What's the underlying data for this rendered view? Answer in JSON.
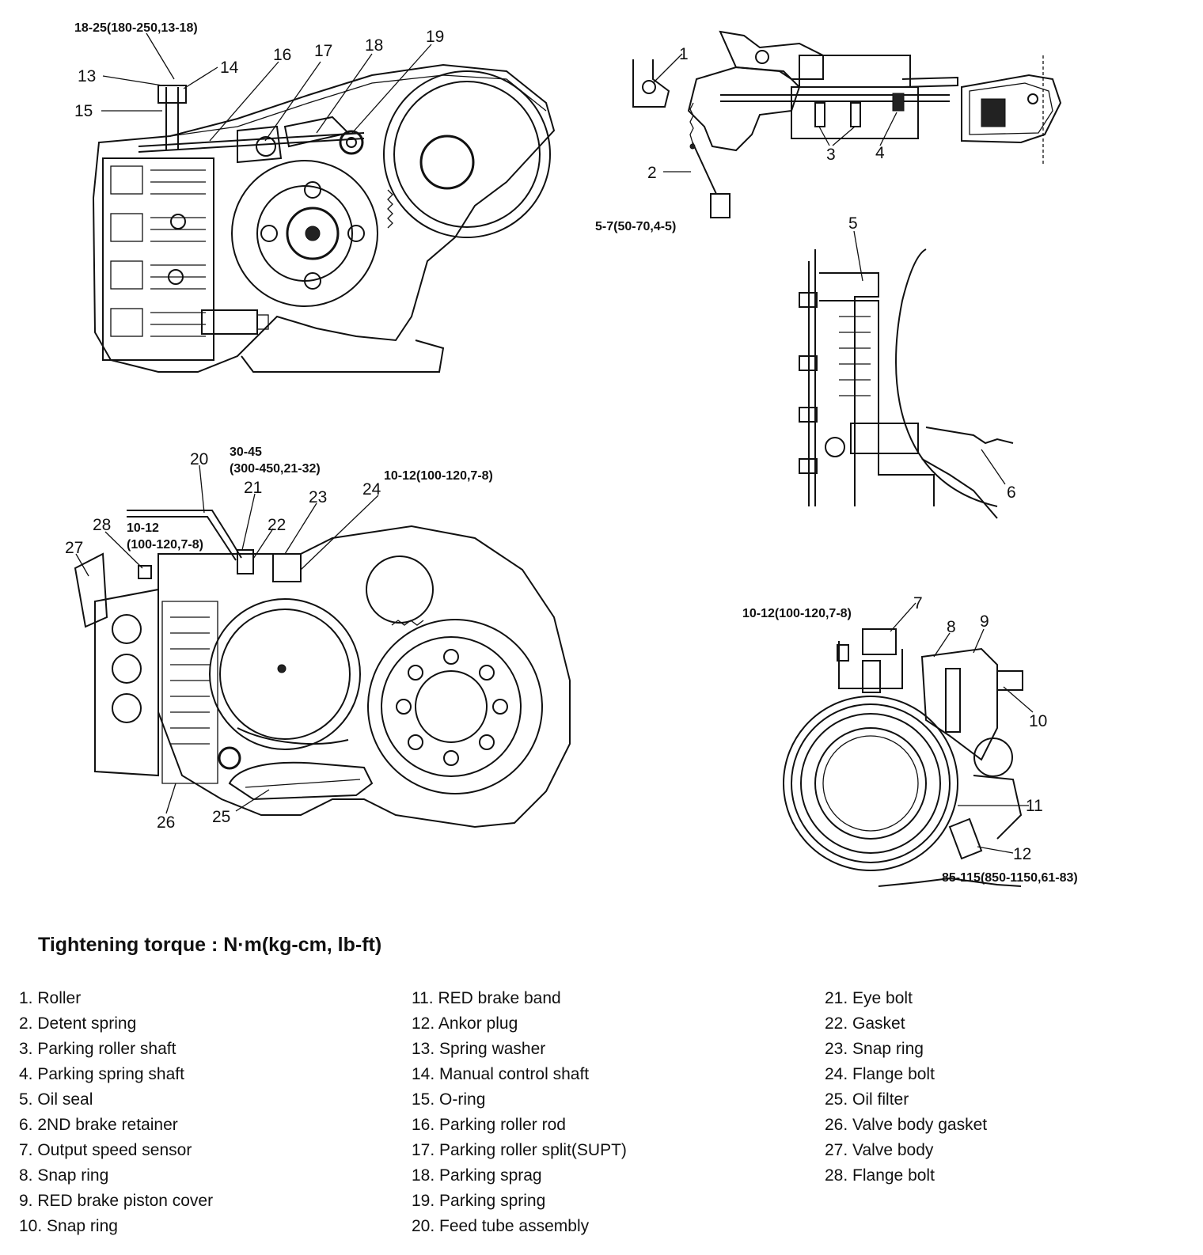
{
  "callouts": {
    "c1": "1",
    "c2": "2",
    "c3": "3",
    "c4": "4",
    "c5": "5",
    "c6": "6",
    "c7": "7",
    "c8": "8",
    "c9": "9",
    "c10": "10",
    "c11": "11",
    "c12": "12",
    "c13": "13",
    "c14": "14",
    "c15": "15",
    "c16": "16",
    "c17": "17",
    "c18": "18",
    "c19": "19",
    "c20": "20",
    "c21": "21",
    "c22": "22",
    "c23": "23",
    "c24": "24",
    "c25": "25",
    "c26": "26",
    "c27": "27",
    "c28": "28"
  },
  "torque_labels": {
    "t_13_14": "18-25(180-250,13-18)",
    "t_2": "5-7(50-70,4-5)",
    "t_21_a": "30-45",
    "t_21_b": "(300-450,21-32)",
    "t_24": "10-12(100-120,7-8)",
    "t_28_a": "10-12",
    "t_28_b": "(100-120,7-8)",
    "t_7": "10-12(100-120,7-8)",
    "t_12": "85-115(850-1150,61-83)"
  },
  "heading": "Tightening torque : N·m(kg-cm, lb-ft)",
  "legend": {
    "col1": [
      "1. Roller",
      "2. Detent spring",
      "3. Parking roller shaft",
      "4. Parking spring shaft",
      "5. Oil seal",
      "6. 2ND brake retainer",
      "7. Output speed sensor",
      "8. Snap ring",
      "9. RED brake piston cover",
      "10. Snap ring"
    ],
    "col2": [
      "11. RED brake band",
      "12. Ankor plug",
      "13. Spring washer",
      "14. Manual control shaft",
      "15. O-ring",
      "16. Parking roller rod",
      "17. Parking roller split(SUPT)",
      "18. Parking sprag",
      "19. Parking spring",
      "20. Feed tube assembly"
    ],
    "col3": [
      "21. Eye bolt",
      "22. Gasket",
      "23. Snap ring",
      "24. Flange bolt",
      "25. Oil filter",
      "26. Valve body gasket",
      "27. Valve body",
      "28. Flange bolt"
    ]
  }
}
